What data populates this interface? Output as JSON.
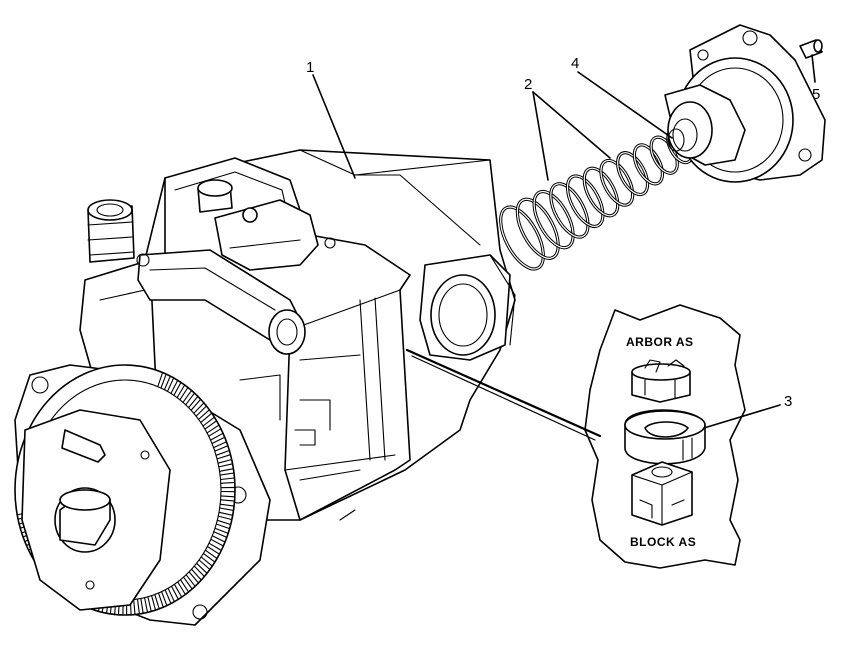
{
  "callouts": {
    "c1": "1",
    "c2": "2",
    "c3": "3",
    "c4": "4",
    "c5": "5"
  },
  "inset": {
    "top_label": "ARBOR AS",
    "bottom_label": "BLOCK AS"
  },
  "colors": {
    "line": "#000000",
    "background": "#ffffff"
  }
}
